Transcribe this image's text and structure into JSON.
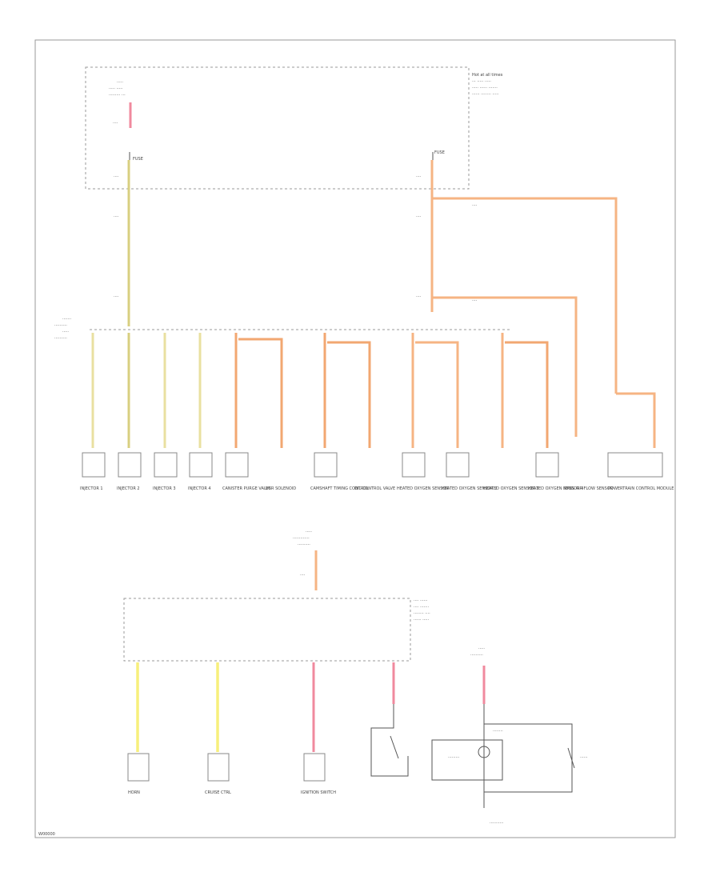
{
  "colors": {
    "frame": "#9a9a9a",
    "wire_yellow": "#e9e0a0",
    "wire_orange": "#f6b483",
    "wire_pink": "#f08a9e",
    "wire_bright_yellow": "#f7ef7c"
  },
  "labels": {
    "fuse_block_note": "Hot at all times",
    "top_left_fuse": "FUSE",
    "top_right_fuse": "FUSE",
    "page_code": "W00000"
  },
  "components": [
    {
      "name": "INJECTOR 1"
    },
    {
      "name": "INJECTOR 2"
    },
    {
      "name": "INJECTOR 3"
    },
    {
      "name": "INJECTOR 4"
    },
    {
      "name": "CANISTER PURGE VALVE"
    },
    {
      "name": "EGR SOLENOID"
    },
    {
      "name": "CAMSHAFT TIMING CONTROL"
    },
    {
      "name": "OIL CONTROL VALVE"
    },
    {
      "name": "HEATED OXYGEN SENSOR"
    },
    {
      "name": "HEATED OXYGEN SENSOR 2"
    },
    {
      "name": "HEATED OXYGEN SENSOR 3"
    },
    {
      "name": "HEATED OXYGEN SENSOR 4"
    },
    {
      "name": "MASS AIR FLOW SENSOR"
    },
    {
      "name": "POWERTRAIN CONTROL MODULE"
    }
  ],
  "bottom_components": [
    {
      "name": "HORN"
    },
    {
      "name": "CRUISE CTRL"
    },
    {
      "name": "IGNITION SWITCH"
    }
  ]
}
